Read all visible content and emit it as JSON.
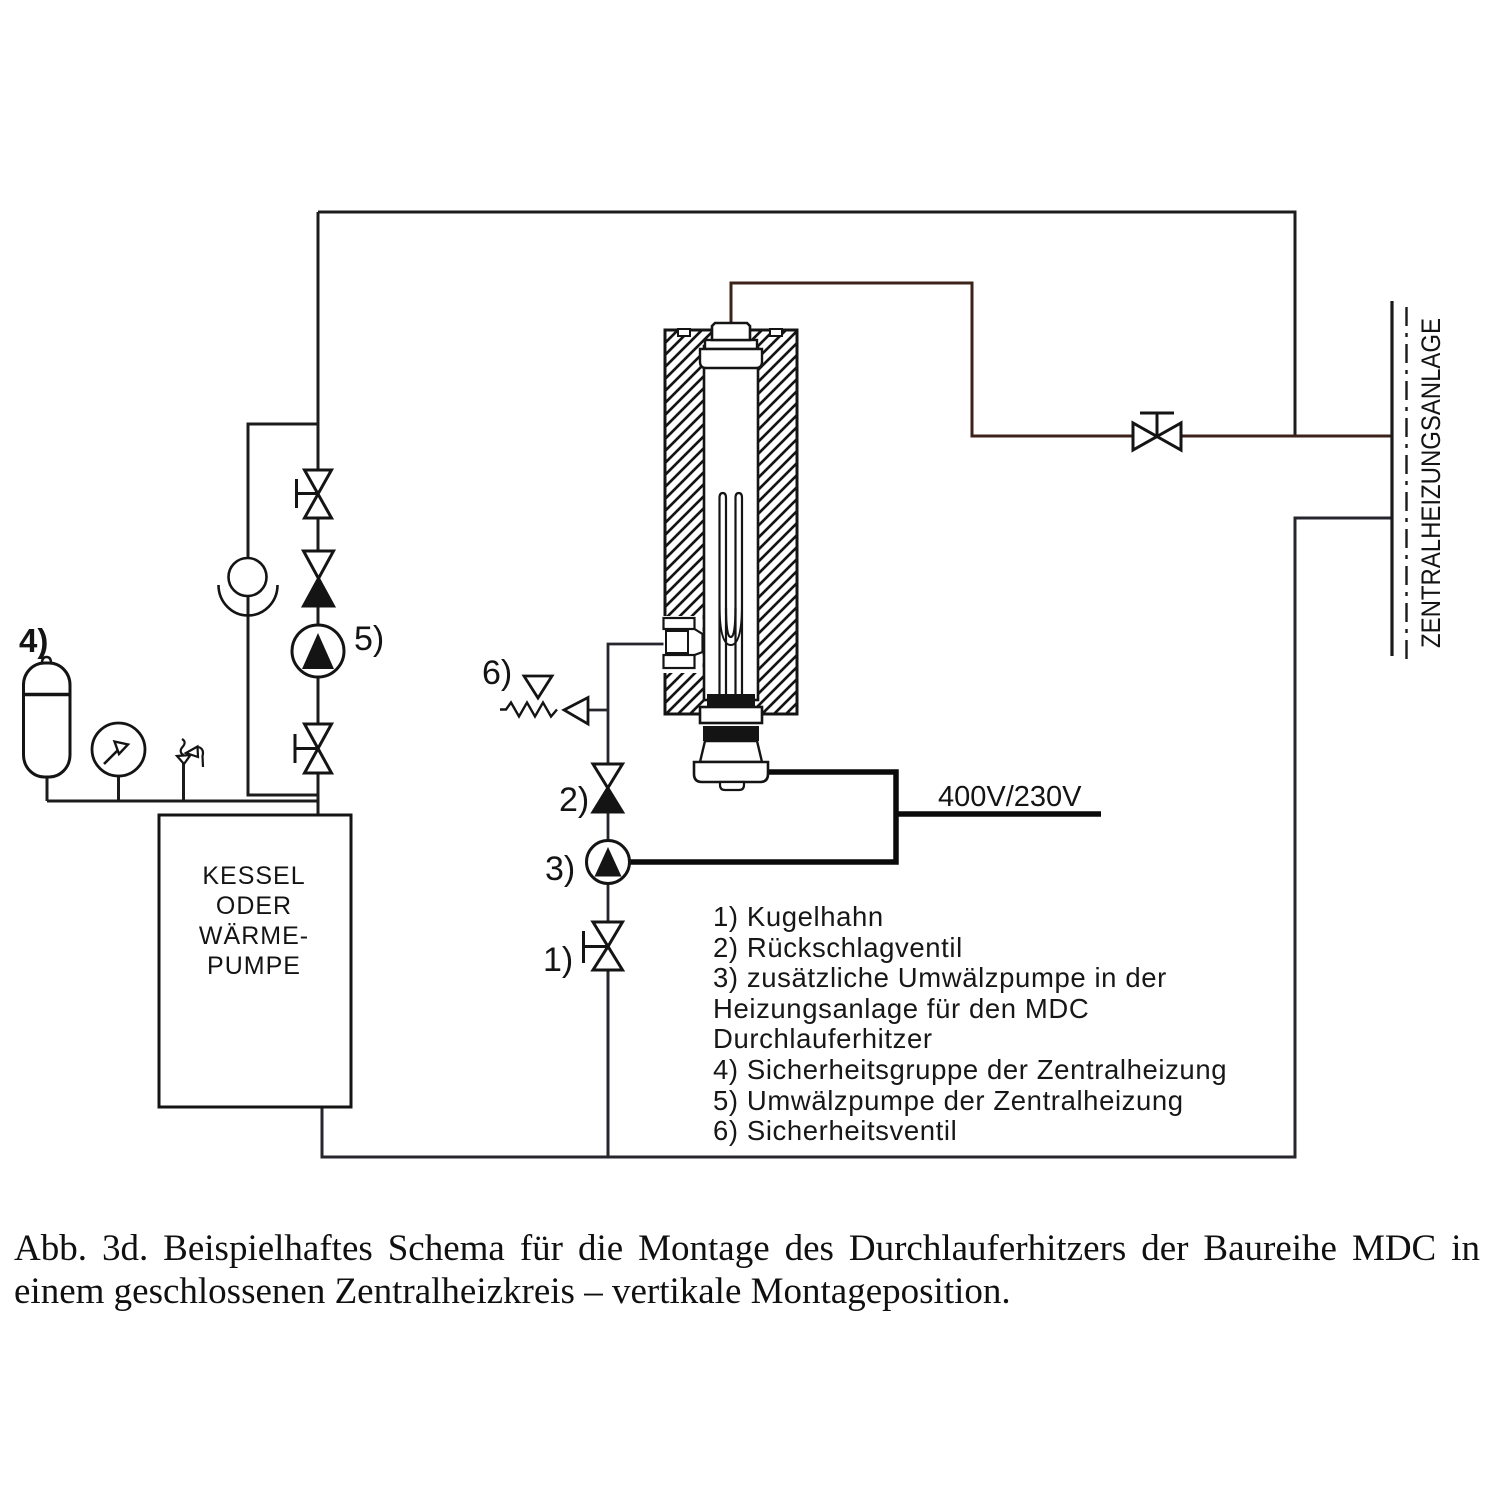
{
  "figure": {
    "caption_line1": "Abb. 3d. Beispielhaftes Schema für die Montage des Durchlauferhitzers der Baureihe MDC in",
    "caption_line2": "einem geschlossenen Zentralheizkreis – vertikale Montageposition."
  },
  "diagram": {
    "boiler_label_lines": [
      "KESSEL",
      "ODER",
      "WÄRME-",
      "PUMPE"
    ],
    "wall_label": "ZENTRALHEIZUNGSANLAGE",
    "power_label": "400V/230V",
    "callouts": {
      "c1": "1)",
      "c2": "2)",
      "c3": "3)",
      "c4": "4)",
      "c5": "5)",
      "c6": "6)"
    },
    "legend_lines": [
      "1) Kugelhahn",
      "2) Rückschlagventil",
      "3) zusätzliche Umwälzpumpe in der",
      "Heizungsanlage für den MDC",
      "Durchlauferhitzer",
      "4) Sicherheitsgruppe der Zentralheizung",
      "5) Umwälzpumpe der Zentralheizung",
      "6) Sicherheitsventil"
    ],
    "colors": {
      "line": "#1c1c1c",
      "supply_pipe": "#3c2219",
      "return_pipe": "#26262f",
      "power_line": "#0b0b0b",
      "background": "#ffffff"
    }
  }
}
